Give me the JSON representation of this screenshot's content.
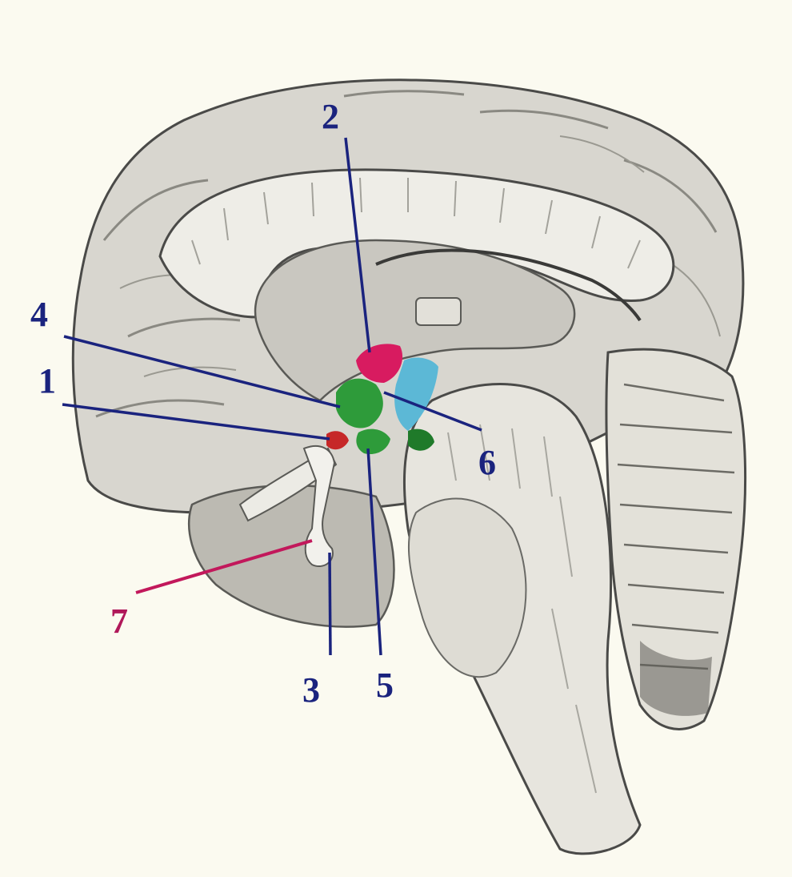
{
  "colors": {
    "background": "#fbfaf0",
    "brain_fill": "#d9d7d0",
    "brain_light": "#ececE6",
    "outline": "#4a4a48",
    "label_blue": "#1a237e",
    "label_magenta": "#b0185a",
    "region_magenta": "#d81b60",
    "region_green": "#2e9b3a",
    "region_cyan": "#5cb8d6",
    "region_red": "#c62828"
  },
  "labels": [
    {
      "id": "1",
      "text": "1",
      "color": "blue"
    },
    {
      "id": "2",
      "text": "2",
      "color": "blue"
    },
    {
      "id": "3",
      "text": "3",
      "color": "blue"
    },
    {
      "id": "4",
      "text": "4",
      "color": "blue"
    },
    {
      "id": "5",
      "text": "5",
      "color": "blue"
    },
    {
      "id": "6",
      "text": "6",
      "color": "blue"
    },
    {
      "id": "7",
      "text": "7",
      "color": "magenta"
    }
  ],
  "structures": [
    {
      "name": "cerebral-hemisphere",
      "icon": "brain-sagittal-section"
    },
    {
      "name": "corpus-callosum"
    },
    {
      "name": "thalamus"
    },
    {
      "name": "hypothalamus-nuclei"
    },
    {
      "name": "pituitary"
    },
    {
      "name": "brainstem"
    },
    {
      "name": "cerebellum"
    }
  ]
}
